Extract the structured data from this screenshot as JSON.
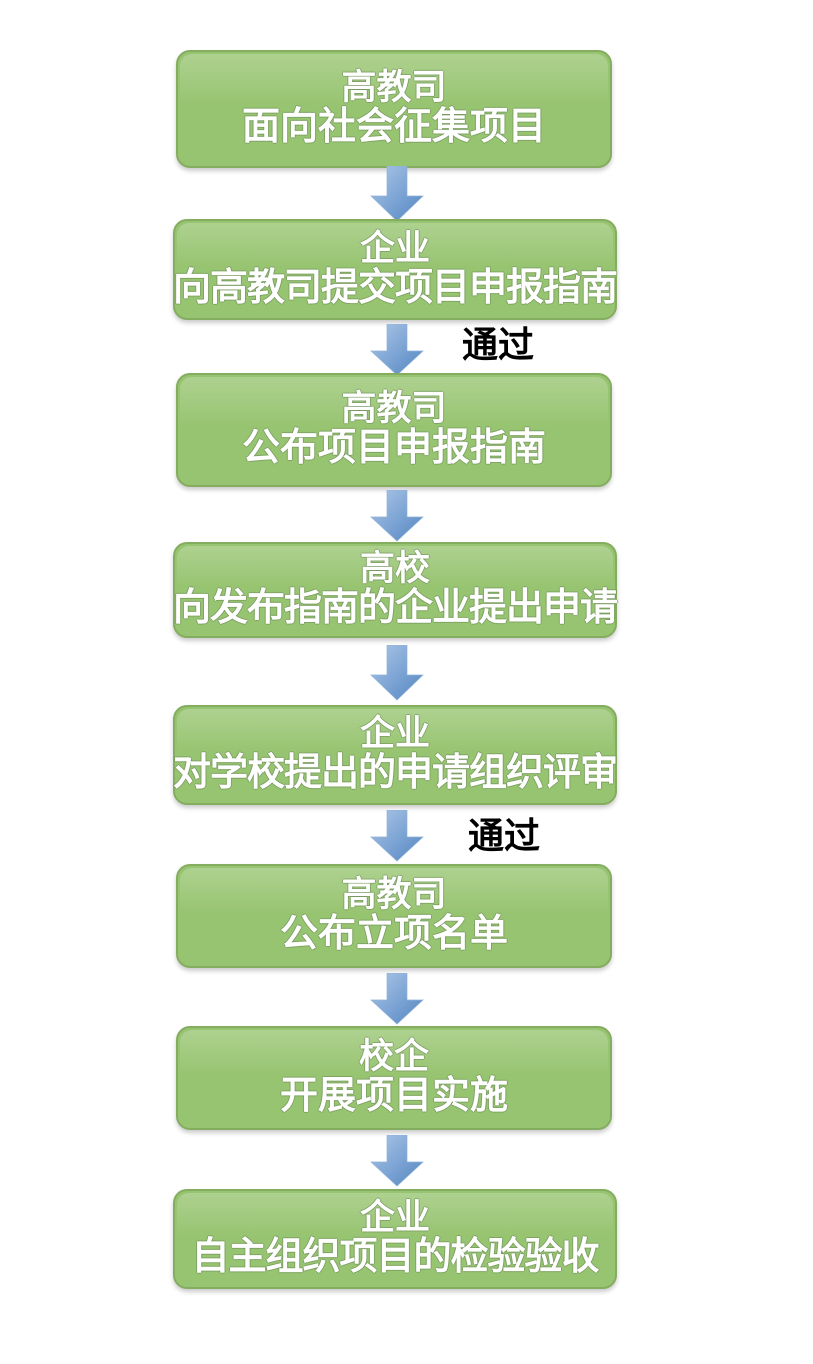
{
  "diagram": {
    "type": "flowchart",
    "orientation": "vertical-top-to-bottom",
    "colors": {
      "node_fill": "#97c470",
      "node_border": "#85ad5f",
      "node_text": "#ffffff",
      "arrow_light": "#a8c4e2",
      "arrow_dark": "#5b8cc4",
      "label_text": "#000000",
      "background": "#ffffff"
    },
    "nodes": [
      {
        "id": "node-1",
        "actor": "高教司",
        "action": "面向社会征集项目"
      },
      {
        "id": "node-2",
        "actor": "企业",
        "action": "向高教司提交项目申报指南"
      },
      {
        "id": "node-3",
        "actor": "高教司",
        "action": "公布项目申报指南"
      },
      {
        "id": "node-4",
        "actor": "高校",
        "action": "向发布指南的企业提出申请"
      },
      {
        "id": "node-5",
        "actor": "企业",
        "action": "对学校提出的申请组织评审"
      },
      {
        "id": "node-6",
        "actor": "高教司",
        "action": "公布立项名单"
      },
      {
        "id": "node-7",
        "actor": "校企",
        "action": "开展项目实施"
      },
      {
        "id": "node-8",
        "actor": "企业",
        "action": "自主组织项目的检验验收"
      }
    ],
    "edges": [
      {
        "id": "edge-1",
        "from": "node-1",
        "to": "node-2",
        "label": ""
      },
      {
        "id": "edge-2",
        "from": "node-2",
        "to": "node-3",
        "label": "通过"
      },
      {
        "id": "edge-3",
        "from": "node-3",
        "to": "node-4",
        "label": ""
      },
      {
        "id": "edge-4",
        "from": "node-4",
        "to": "node-5",
        "label": ""
      },
      {
        "id": "edge-5",
        "from": "node-5",
        "to": "node-6",
        "label": "通过"
      },
      {
        "id": "edge-6",
        "from": "node-6",
        "to": "node-7",
        "label": ""
      },
      {
        "id": "edge-7",
        "from": "node-7",
        "to": "node-8",
        "label": ""
      }
    ]
  }
}
